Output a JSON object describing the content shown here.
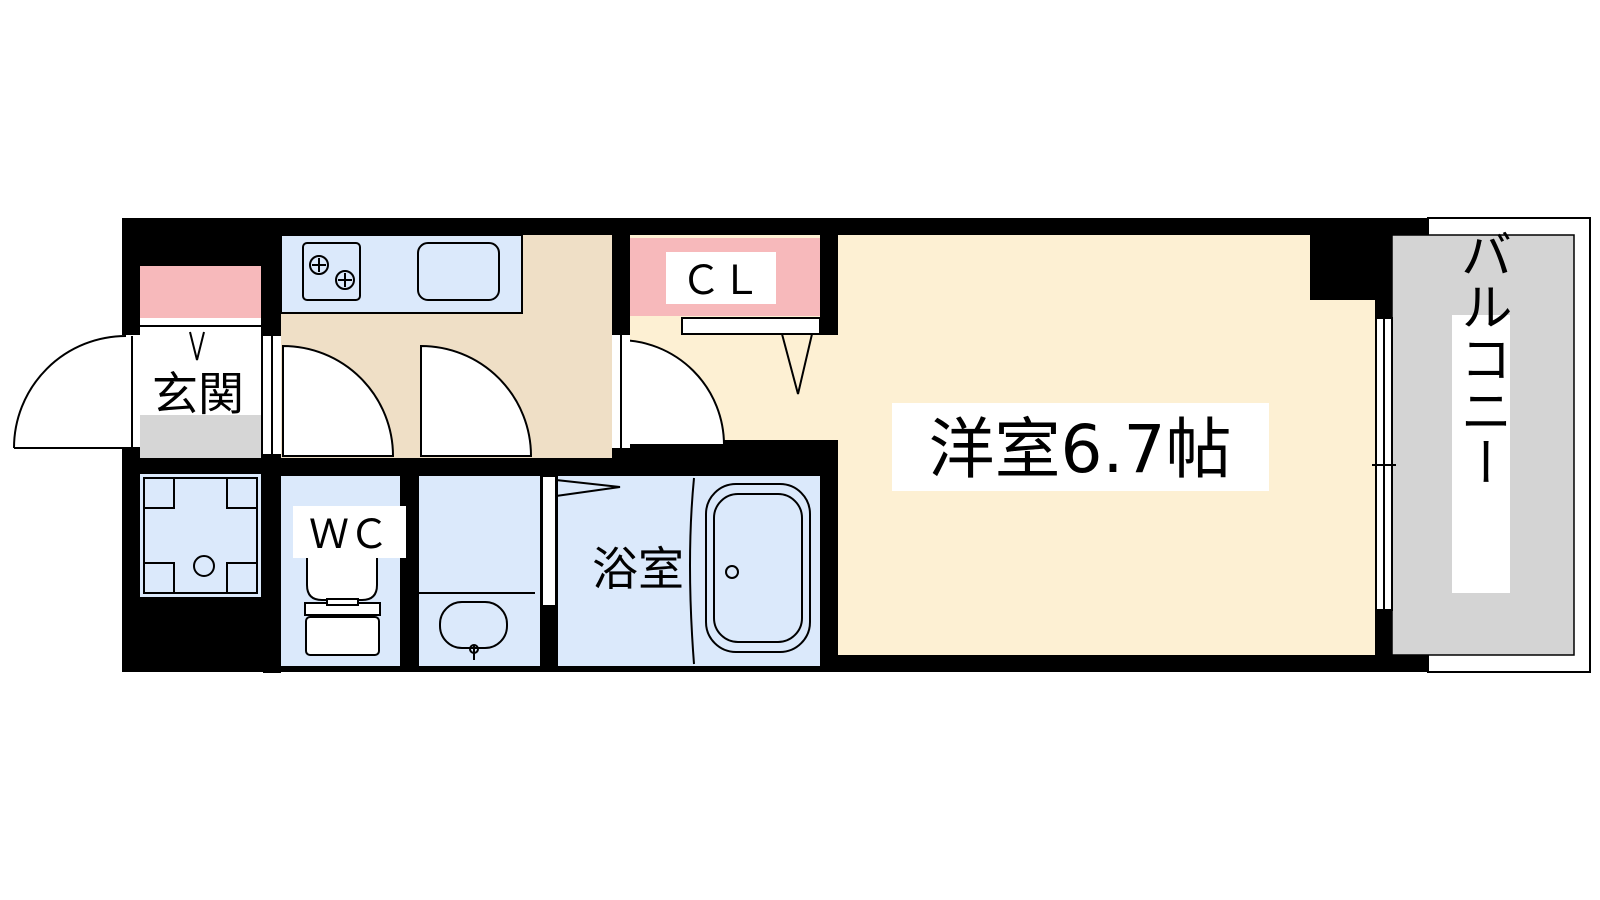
{
  "rooms": {
    "western_room": "洋室6.7帖",
    "closet": "ＣＬ",
    "entrance": "玄関",
    "toilet": "ＷＣ",
    "bathroom": "浴室",
    "balcony": "バルコニー"
  },
  "colors": {
    "wall": "#000000",
    "western_room_floor": "#fdf0d3",
    "kitchen_floor": "#efdfc6",
    "wet_area_floor": "#dbe9fb",
    "closet_fill": "#f7b9bb",
    "balcony_fill": "#d4d4d4",
    "label_background": "#ffffff"
  },
  "icons": [
    "stove-icon",
    "kitchen-sink-icon",
    "toilet-icon",
    "washbasin-icon",
    "bathtub-icon",
    "washing-machine-pan-icon"
  ]
}
